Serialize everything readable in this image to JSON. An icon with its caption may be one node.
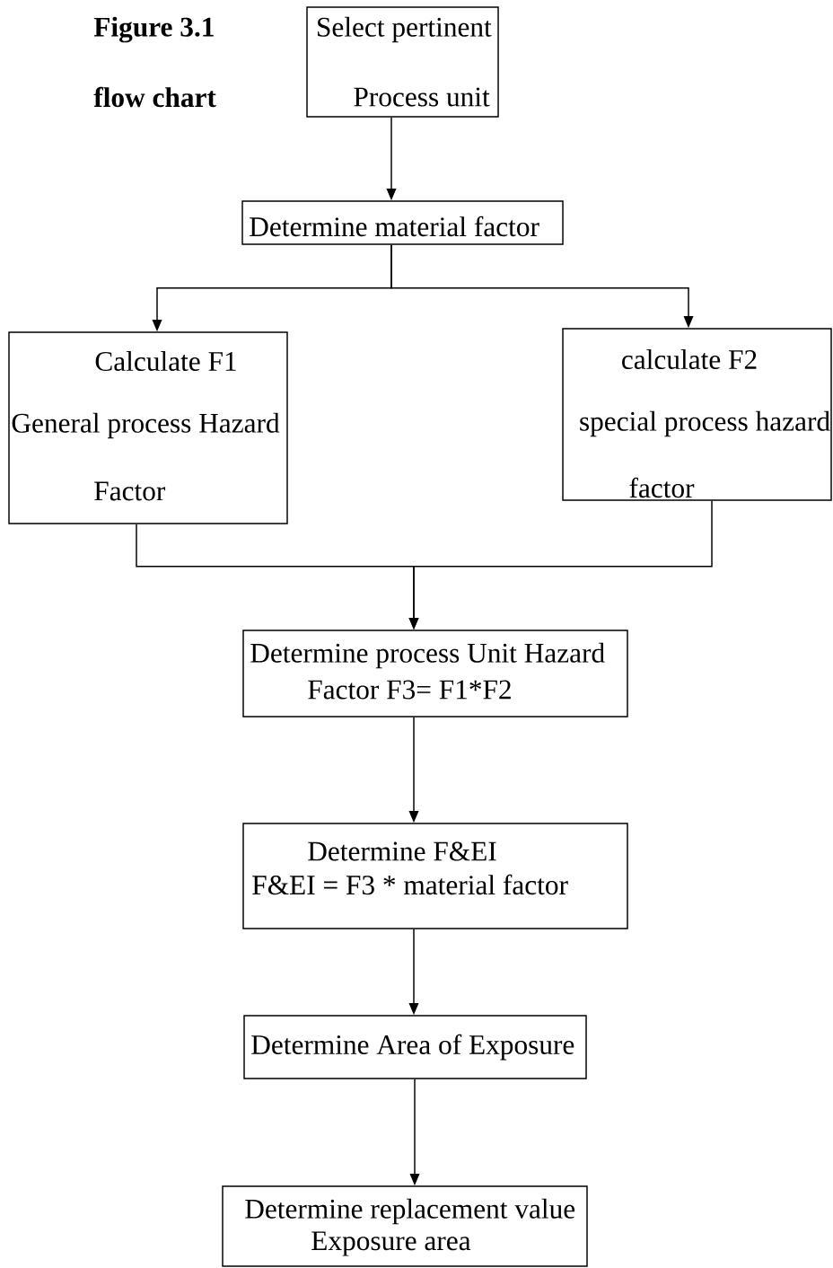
{
  "diagram": {
    "title": "Figure 3.1",
    "nodes": [
      {
        "text": [
          "Select pertinent",
          "Process unit"
        ]
      },
      {
        "text": [
          "Determine material factor"
        ]
      },
      {
        "text": [
          "Calculate F1",
          "General process Hazard",
          "Factor"
        ]
      },
      {
        "text": [
          "calculate F2",
          "special process hazard",
          "factor"
        ]
      },
      {
        "text": [
          "Determine  process Unit Hazard",
          "Factor F3= F1*F2"
        ]
      },
      {
        "text": [
          "Determine F&EI",
          "F&EI = F3 * material factor"
        ]
      },
      {
        "text": [
          "Determine Area of Exposure"
        ]
      },
      {
        "text": [
          "Determine replacement value",
          "Exposure area"
        ]
      }
    ],
    "edges": [
      {
        "from": 0,
        "to": 1,
        "arrow": "to"
      },
      {
        "from": 1,
        "to": 2,
        "arrow": "to"
      },
      {
        "from": 1,
        "to": 3,
        "arrow": "to"
      },
      {
        "from": 2,
        "to": 4,
        "arrow": "to"
      },
      {
        "from": 3,
        "to": 4,
        "arrow": "to"
      },
      {
        "from": 4,
        "to": 5,
        "arrow": "to"
      },
      {
        "from": 5,
        "to": 6,
        "arrow": "to"
      },
      {
        "from": 6,
        "to": 7,
        "arrow": "to"
      }
    ],
    "labels": [
      "flow chart"
    ]
  }
}
